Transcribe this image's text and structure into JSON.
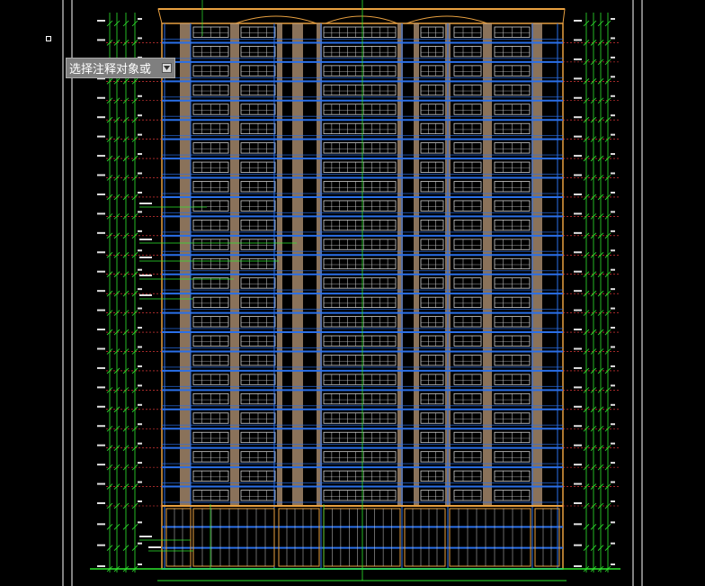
{
  "command_tooltip": {
    "label": "选择注释对象或",
    "dropdown_icon": "chevron-down-icon"
  },
  "colors": {
    "background": "#000000",
    "floor_line": "#2a6fe8",
    "frame_line": "#ffffff",
    "column_fill": "#b89878",
    "outline_orange": "#e8a040",
    "window_lines": "#d0d0d0",
    "dim_green": "#2ee62e",
    "dim_red": "#ff4040",
    "tooltip_bg": "#7f7f7f"
  },
  "drawing": {
    "floors": 25,
    "podium_floors": 3
  }
}
